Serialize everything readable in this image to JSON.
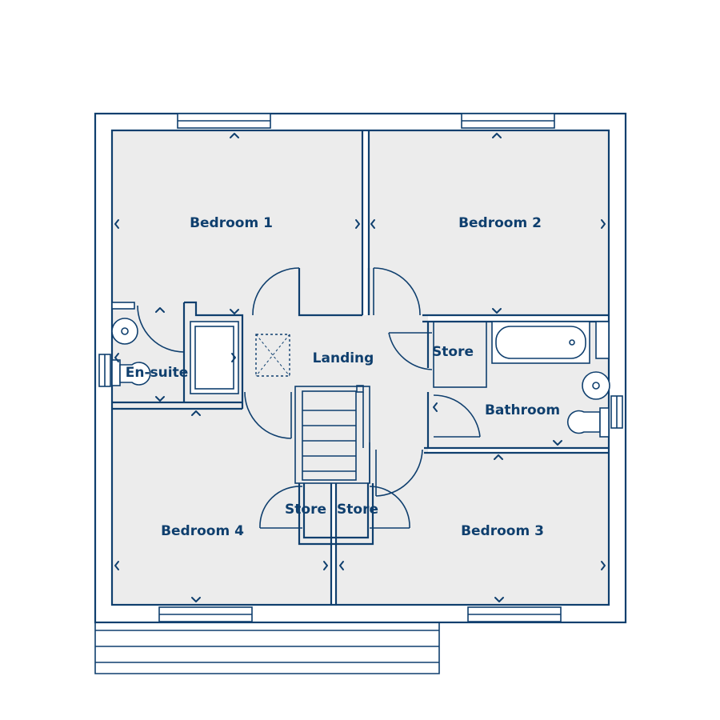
{
  "rooms": {
    "bedroom1": "Bedroom 1",
    "bedroom2": "Bedroom 2",
    "bedroom3": "Bedroom 3",
    "bedroom4": "Bedroom 4",
    "ensuite": "En-suite",
    "landing": "Landing",
    "bathroom": "Bathroom",
    "store_right": "Store",
    "store_left": "Store",
    "store_mid": "Store"
  },
  "colors": {
    "wall": "#0f3f6e",
    "floor": "#ececec",
    "background": "#ffffff"
  }
}
